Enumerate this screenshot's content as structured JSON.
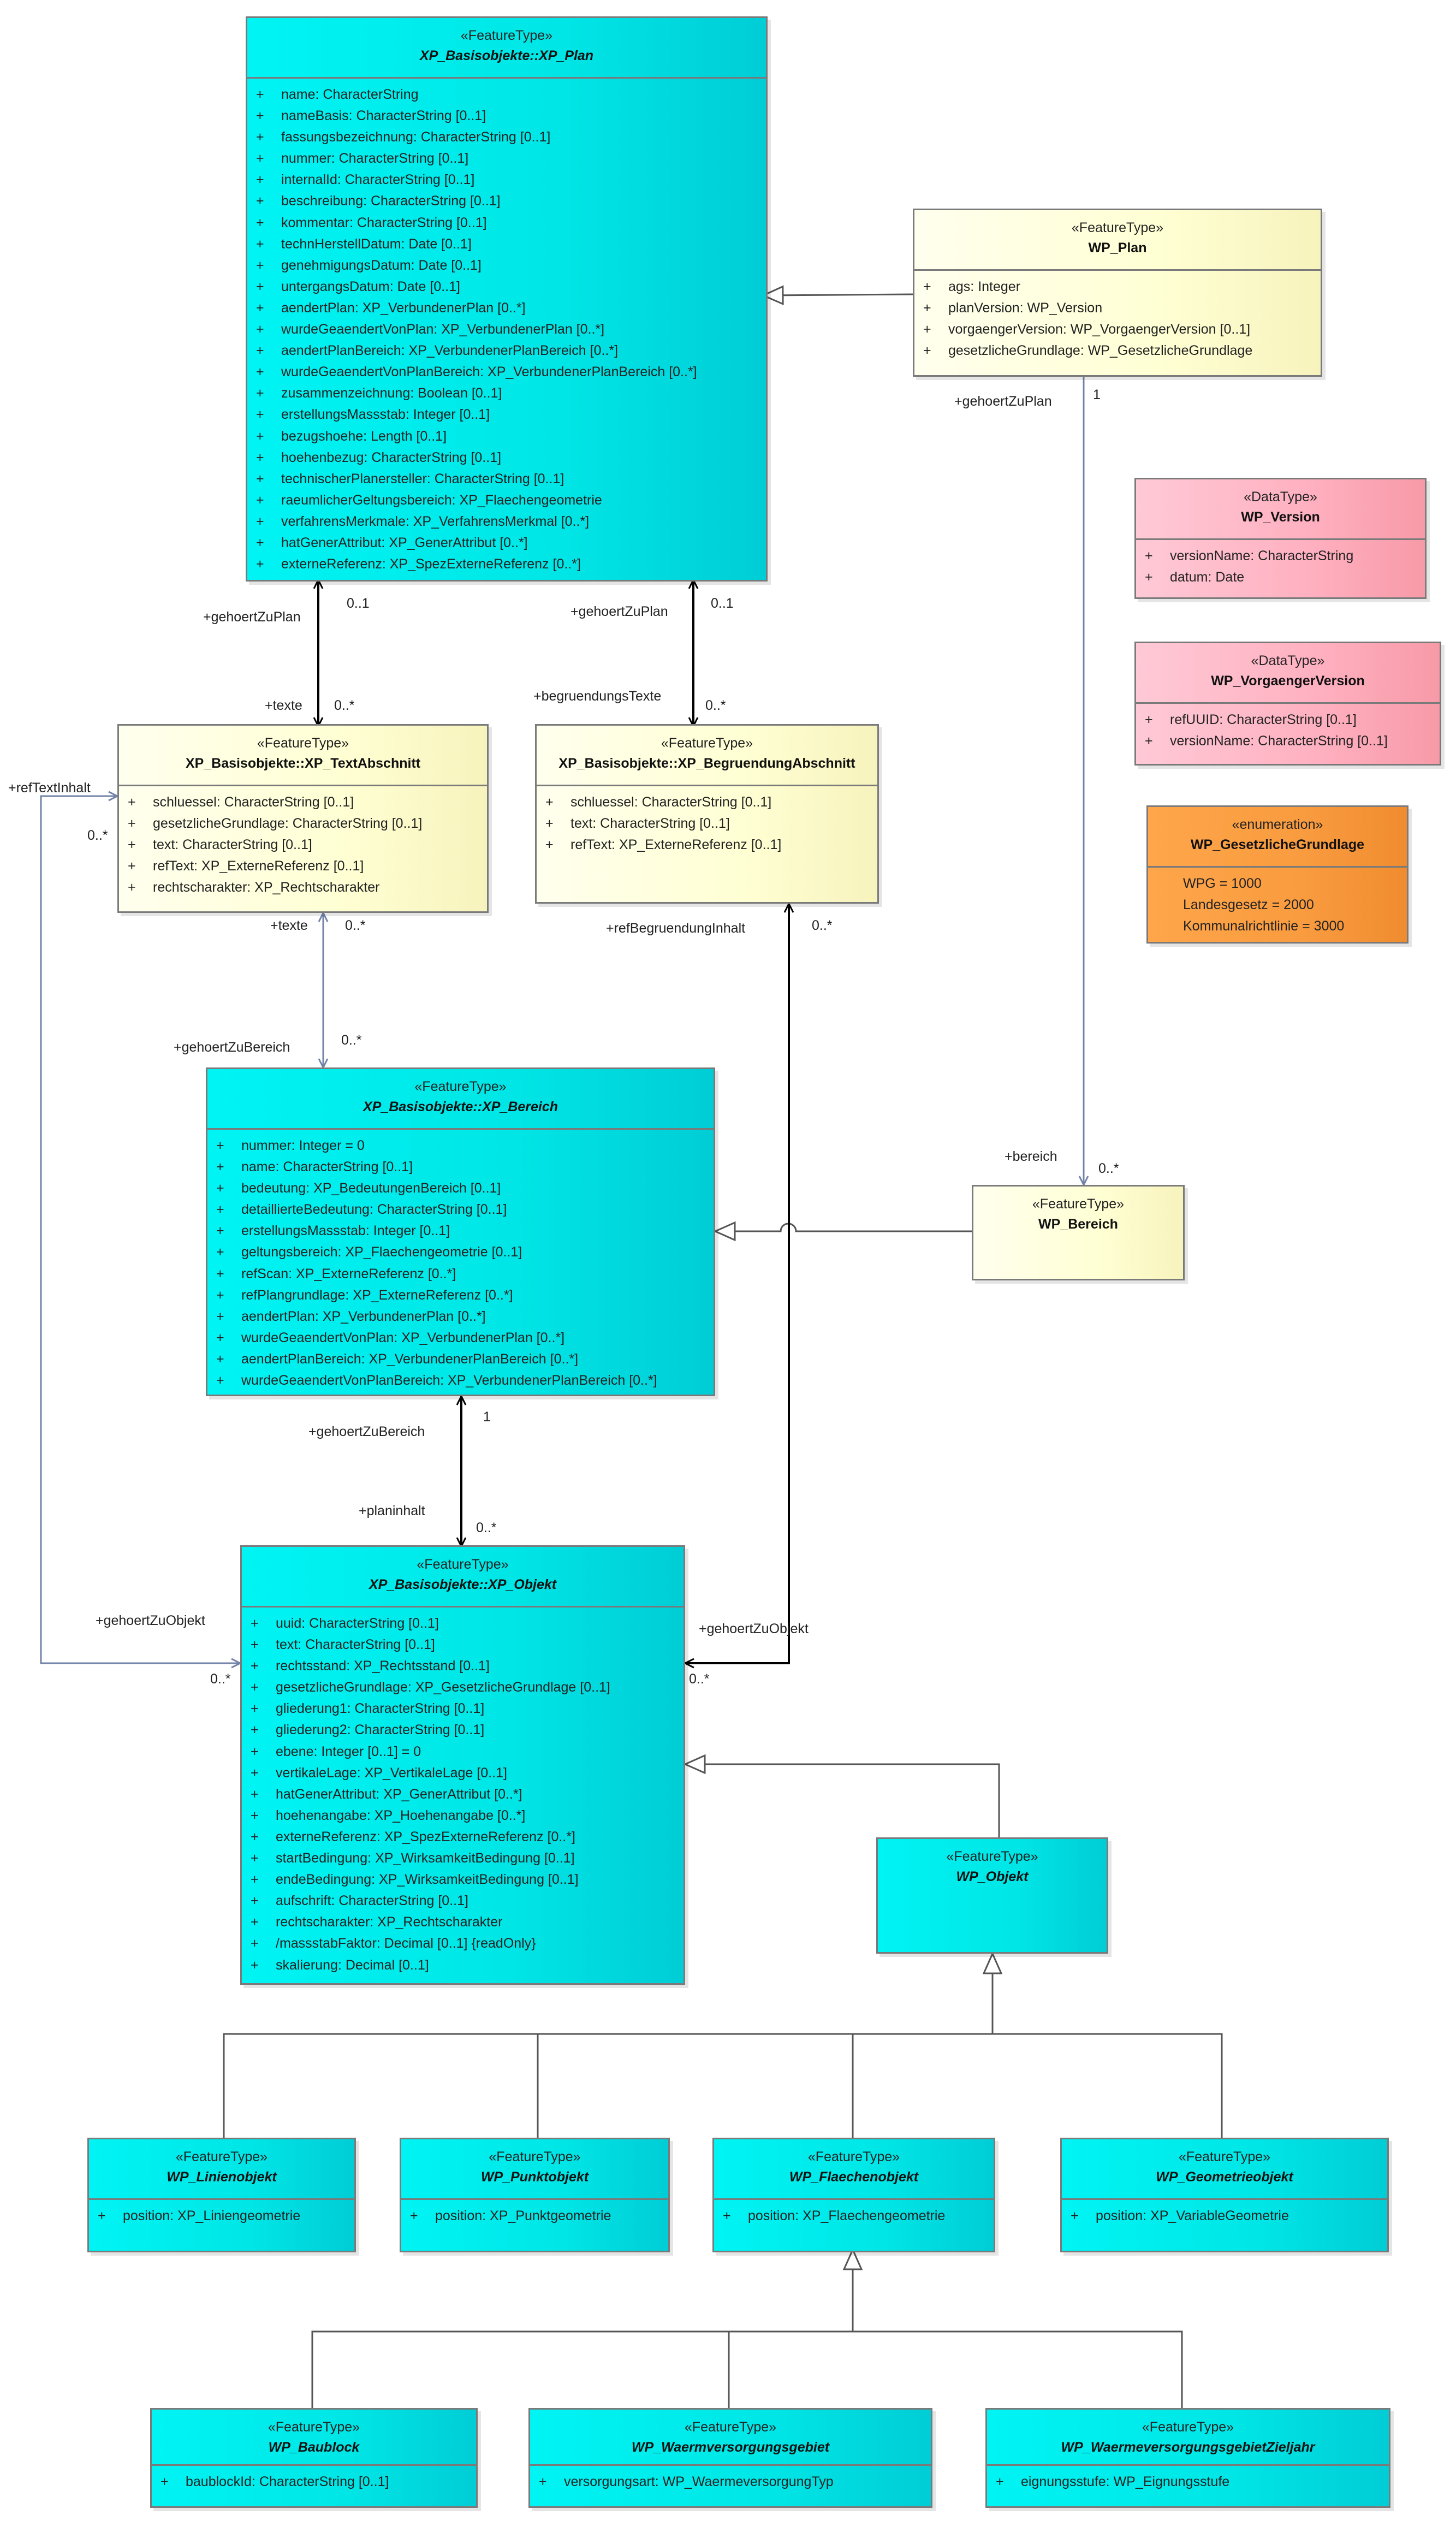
{
  "classes": {
    "xp_plan": {
      "stereotype": "«FeatureType»",
      "name": "XP_Basisobjekte::XP_Plan",
      "attributes": [
        "name: CharacterString",
        "nameBasis: CharacterString [0..1]",
        "fassungsbezeichnung: CharacterString [0..1]",
        "nummer: CharacterString [0..1]",
        "internalId: CharacterString [0..1]",
        "beschreibung: CharacterString [0..1]",
        "kommentar: CharacterString [0..1]",
        "technHerstellDatum: Date [0..1]",
        "genehmigungsDatum: Date [0..1]",
        "untergangsDatum: Date [0..1]",
        "aendertPlan: XP_VerbundenerPlan [0..*]",
        "wurdeGeaendertVonPlan: XP_VerbundenerPlan [0..*]",
        "aendertPlanBereich: XP_VerbundenerPlanBereich [0..*]",
        "wurdeGeaendertVonPlanBereich: XP_VerbundenerPlanBereich [0..*]",
        "zusammenzeichnung: Boolean [0..1]",
        "erstellungsMassstab: Integer [0..1]",
        "bezugshoehe: Length [0..1]",
        "hoehenbezug: CharacterString [0..1]",
        "technischerPlanersteller: CharacterString [0..1]",
        "raeumlicherGeltungsbereich: XP_Flaechengeometrie",
        "verfahrensMerkmale: XP_VerfahrensMerkmal [0..*]",
        "hatGenerAttribut: XP_GenerAttribut [0..*]",
        "externeReferenz: XP_SpezExterneReferenz [0..*]"
      ]
    },
    "wp_plan": {
      "stereotype": "«FeatureType»",
      "name": "WP_Plan",
      "attributes": [
        "ags: Integer",
        "planVersion: WP_Version",
        "vorgaengerVersion: WP_VorgaengerVersion [0..1]",
        "gesetzlicheGrundlage: WP_GesetzlicheGrundlage"
      ]
    },
    "wp_version": {
      "stereotype": "«DataType»",
      "name": "WP_Version",
      "attributes": [
        "versionName: CharacterString",
        "datum: Date"
      ]
    },
    "wp_vorgaengerversion": {
      "stereotype": "«DataType»",
      "name": "WP_VorgaengerVersion",
      "attributes": [
        "refUUID: CharacterString [0..1]",
        "versionName: CharacterString [0..1]"
      ]
    },
    "wp_gesetzlichegrundlage": {
      "stereotype": "«enumeration»",
      "name": "WP_GesetzlicheGrundlage",
      "attributes": [
        "WPG = 1000",
        "Landesgesetz = 2000",
        "Kommunalrichtlinie = 3000"
      ]
    },
    "xp_textabschnitt": {
      "stereotype": "«FeatureType»",
      "name": "XP_Basisobjekte::XP_TextAbschnitt",
      "attributes": [
        "schluessel: CharacterString [0..1]",
        "gesetzlicheGrundlage: CharacterString [0..1]",
        "text: CharacterString [0..1]",
        "refText: XP_ExterneReferenz [0..1]",
        "rechtscharakter: XP_Rechtscharakter"
      ]
    },
    "xp_begruendungabschnitt": {
      "stereotype": "«FeatureType»",
      "name": "XP_Basisobjekte::XP_BegruendungAbschnitt",
      "attributes": [
        "schluessel: CharacterString [0..1]",
        "text: CharacterString [0..1]",
        "refText: XP_ExterneReferenz [0..1]"
      ]
    },
    "xp_bereich": {
      "stereotype": "«FeatureType»",
      "name": "XP_Basisobjekte::XP_Bereich",
      "attributes": [
        "nummer: Integer = 0",
        "name: CharacterString [0..1]",
        "bedeutung: XP_BedeutungenBereich [0..1]",
        "detaillierteBedeutung: CharacterString [0..1]",
        "erstellungsMassstab: Integer [0..1]",
        "geltungsbereich: XP_Flaechengeometrie [0..1]",
        "refScan: XP_ExterneReferenz [0..*]",
        "refPlangrundlage: XP_ExterneReferenz [0..*]",
        "aendertPlan: XP_VerbundenerPlan [0..*]",
        "wurdeGeaendertVonPlan: XP_VerbundenerPlan [0..*]",
        "aendertPlanBereich: XP_VerbundenerPlanBereich [0..*]",
        "wurdeGeaendertVonPlanBereich: XP_VerbundenerPlanBereich [0..*]"
      ]
    },
    "wp_bereich": {
      "stereotype": "«FeatureType»",
      "name": "WP_Bereich",
      "attributes": []
    },
    "xp_objekt": {
      "stereotype": "«FeatureType»",
      "name": "XP_Basisobjekte::XP_Objekt",
      "attributes": [
        "uuid: CharacterString [0..1]",
        "text: CharacterString [0..1]",
        "rechtsstand: XP_Rechtsstand [0..1]",
        "gesetzlicheGrundlage: XP_GesetzlicheGrundlage [0..1]",
        "gliederung1: CharacterString [0..1]",
        "gliederung2: CharacterString [0..1]",
        "ebene: Integer [0..1] = 0",
        "vertikaleLage: XP_VertikaleLage [0..1]",
        "hatGenerAttribut: XP_GenerAttribut [0..*]",
        "hoehenangabe: XP_Hoehenangabe [0..*]",
        "externeReferenz: XP_SpezExterneReferenz [0..*]",
        "startBedingung: XP_WirksamkeitBedingung [0..1]",
        "endeBedingung: XP_WirksamkeitBedingung [0..1]",
        "aufschrift: CharacterString [0..1]",
        "rechtscharakter: XP_Rechtscharakter",
        "/massstabFaktor: Decimal [0..1] {readOnly}",
        "skalierung: Decimal [0..1]"
      ]
    },
    "wp_objekt": {
      "stereotype": "«FeatureType»",
      "name": "WP_Objekt",
      "attributes": []
    },
    "wp_linienobjekt": {
      "stereotype": "«FeatureType»",
      "name": "WP_Linienobjekt",
      "attributes": [
        "position: XP_Liniengeometrie"
      ]
    },
    "wp_punktobjekt": {
      "stereotype": "«FeatureType»",
      "name": "WP_Punktobjekt",
      "attributes": [
        "position: XP_Punktgeometrie"
      ]
    },
    "wp_flaechenobjekt": {
      "stereotype": "«FeatureType»",
      "name": "WP_Flaechenobjekt",
      "attributes": [
        "position: XP_Flaechengeometrie"
      ]
    },
    "wp_geometrieobjekt": {
      "stereotype": "«FeatureType»",
      "name": "WP_Geometrieobjekt",
      "attributes": [
        "position: XP_VariableGeometrie"
      ]
    },
    "wp_baublock": {
      "stereotype": "«FeatureType»",
      "name": "WP_Baublock",
      "attributes": [
        "baublockId: CharacterString [0..1]"
      ]
    },
    "wp_waermeversorgungsgebiet": {
      "stereotype": "«FeatureType»",
      "name": "WP_Waermversorgungsgebiet",
      "attributes": [
        "versorgungsart: WP_WaermeversorgungTyp"
      ]
    },
    "wp_waermeversorgungsgebietzieljahr": {
      "stereotype": "«FeatureType»",
      "name": "WP_WaermeversorgungsgebietZieljahr",
      "attributes": [
        "eignungsstufe: WP_Eignungsstufe"
      ]
    }
  },
  "visibility_marker": "+",
  "labels": {
    "plan_gehoertzuplan_1": "+gehoertZuPlan",
    "plan_mult_01_a": "0..1",
    "plan_texte": "+texte",
    "plan_mult_0n_a": "0..*",
    "plan_gehoertzuplan_2": "+gehoertZuPlan",
    "plan_mult_01_b": "0..1",
    "plan_begruendungstexte": "+begruendungsTexte",
    "plan_mult_0n_b": "0..*",
    "wpplan_gehoertzuplan": "+gehoertZuPlan",
    "wpplan_mult_1": "1",
    "wpbereich_bereich": "+bereich",
    "wpbereich_mult_0n": "0..*",
    "reftextinhalt": "+refTextInhalt",
    "reftextinhalt_mult": "0..*",
    "text_texte": "+texte",
    "text_mult_0n": "0..*",
    "bereich_gehoertzubereich_1": "+gehoertZuBereich",
    "bereich_mult_0n_1": "0..*",
    "refbegruendunginhalt": "+refBegruendungInhalt",
    "refbegruendunginhalt_mult": "0..*",
    "bereich_gehoertzubereich_2": "+gehoertZuBereich",
    "bereich_mult_1": "1",
    "planinhalt": "+planinhalt",
    "planinhalt_mult": "0..*",
    "objekt_gehoertzuobjekt_left": "+gehoertZuObjekt",
    "objekt_mult_left": "0..*",
    "objekt_gehoertzuobjekt_right": "+gehoertZuObjekt",
    "objekt_mult_right": "0..*"
  },
  "colors": {
    "feature_cyan": "#00e6e6",
    "feature_yellow": "#ffffd4",
    "datatype_pink": "#ffb0c0",
    "enumeration_orange": "#f99b3f",
    "line_dark": "#000000",
    "line_blue": "#7383a8"
  }
}
